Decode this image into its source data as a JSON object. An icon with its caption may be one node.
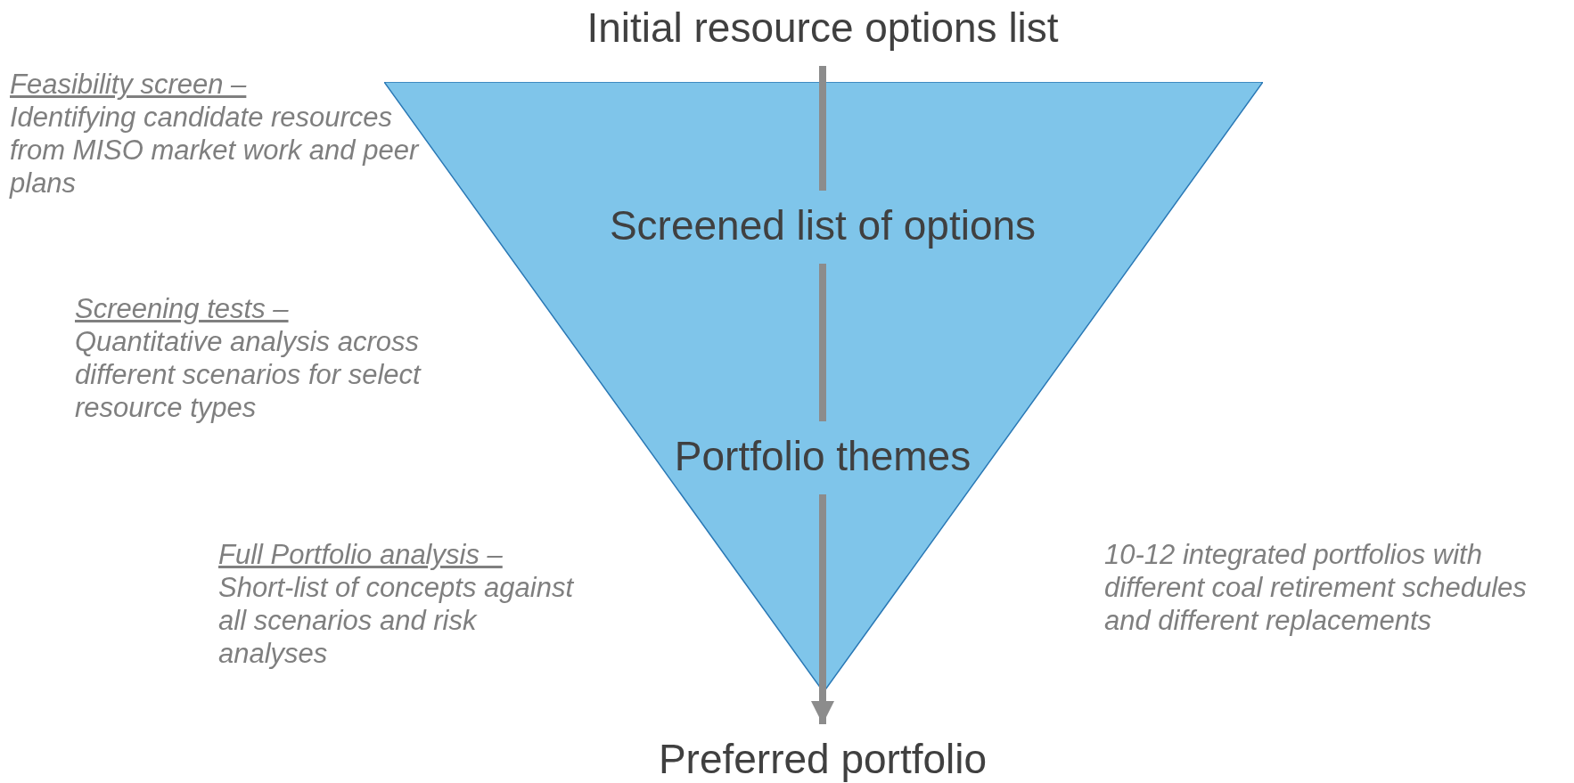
{
  "diagram": {
    "nodes": [
      {
        "text": [
          "Initial resource options list"
        ]
      },
      {
        "text": [],
        "shape": "triangle"
      },
      {
        "text": [
          "Screened list of options"
        ],
        "in": 1
      },
      {
        "text": [
          "Portfolio themes"
        ],
        "in": 1
      },
      {
        "text": [
          "Preferred portfolio"
        ]
      }
    ],
    "edges": [
      {
        "from": 0,
        "to": 2,
        "arrow": "none"
      },
      {
        "from": 2,
        "to": 3,
        "arrow": "none"
      },
      {
        "from": 3,
        "to": 4,
        "arrow": "to"
      }
    ],
    "labels": [
      "Feasibility screen –",
      "Identifying candidate resources from MISO market work and peer plans",
      "Screening tests –",
      "Quantitative analysis across different scenarios for select resource types",
      "Full Portfolio analysis –",
      "Short-list of concepts against all scenarios and risk analyses",
      "10-12 integrated portfolios with different coal retirement schedules and different replacements"
    ]
  }
}
